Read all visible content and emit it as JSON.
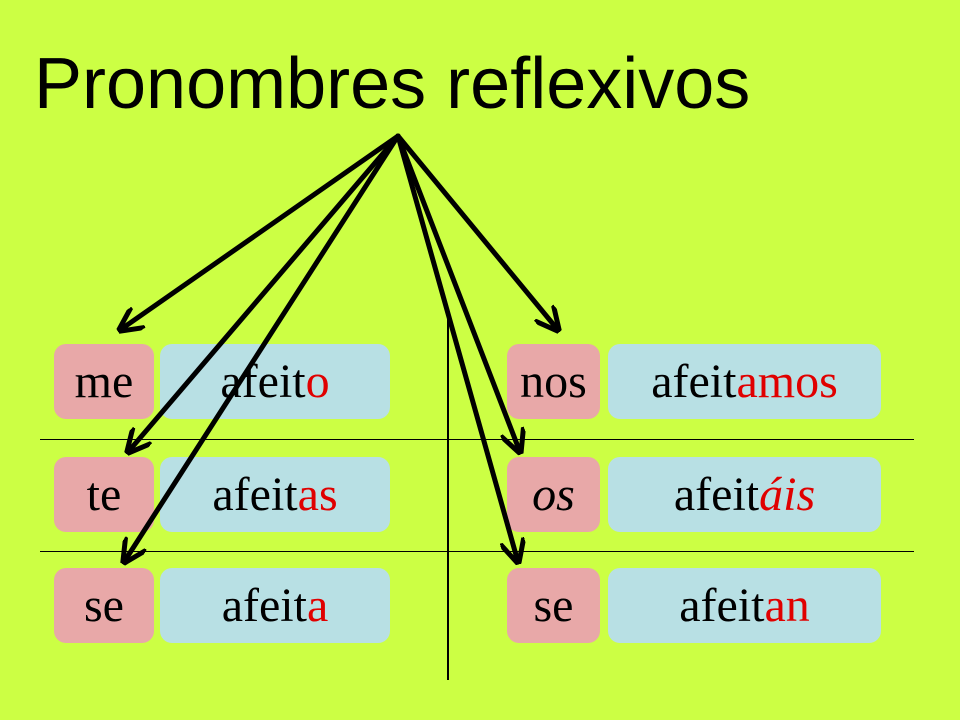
{
  "title": "Pronombres reflexivos",
  "colors": {
    "background": "#ccff44",
    "pronoun_box": "#e8a8a8",
    "verb_box": "#b8e0e4",
    "ending": "#e00000"
  },
  "left": [
    {
      "pronoun": "me",
      "stem": "afeit",
      "ending": "o"
    },
    {
      "pronoun": "te",
      "stem": "afeit",
      "ending": "as"
    },
    {
      "pronoun": "se",
      "stem": "afeit",
      "ending": "a"
    }
  ],
  "right": [
    {
      "pronoun": "nos",
      "stem": "afeit",
      "ending": "amos"
    },
    {
      "pronoun": "os",
      "stem": "afeit",
      "ending": "áis"
    },
    {
      "pronoun": "se",
      "stem": "afeit",
      "ending": "an"
    }
  ]
}
